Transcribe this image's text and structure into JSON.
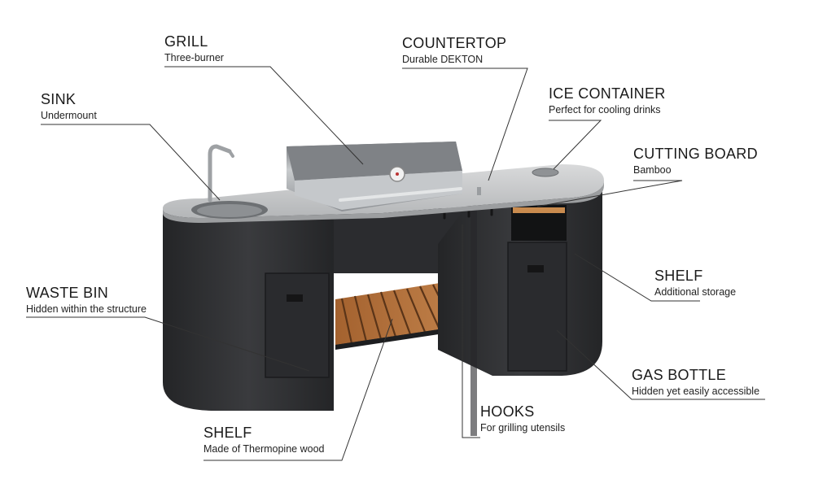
{
  "callouts": {
    "grill": {
      "title": "GRILL",
      "subtitle": "Three-burner"
    },
    "countertop": {
      "title": "COUNTERTOP",
      "subtitle": "Durable DEKTON"
    },
    "sink": {
      "title": "SINK",
      "subtitle": "Undermount"
    },
    "ice_container": {
      "title": "ICE CONTAINER",
      "subtitle": "Perfect for cooling drinks"
    },
    "cutting_board": {
      "title": "CUTTING BOARD",
      "subtitle": "Bamboo"
    },
    "shelf_storage": {
      "title": "SHELF",
      "subtitle": "Additional storage"
    },
    "waste_bin": {
      "title": "WASTE BIN",
      "subtitle": "Hidden within the structure"
    },
    "gas_bottle": {
      "title": "GAS BOTTLE",
      "subtitle": "Hidden yet easily accessible"
    },
    "hooks": {
      "title": "HOOKS",
      "subtitle": "For grilling utensils"
    },
    "shelf_wood": {
      "title": "SHELF",
      "subtitle": "Made of Thermopine wood"
    }
  },
  "colors": {
    "cabinet": "#2f3033",
    "cabinet_dark": "#1f2022",
    "countertop": "#c9cbcd",
    "steel": "#b9bcbf",
    "wood": "#b9753f",
    "leader_line": "#333333"
  }
}
